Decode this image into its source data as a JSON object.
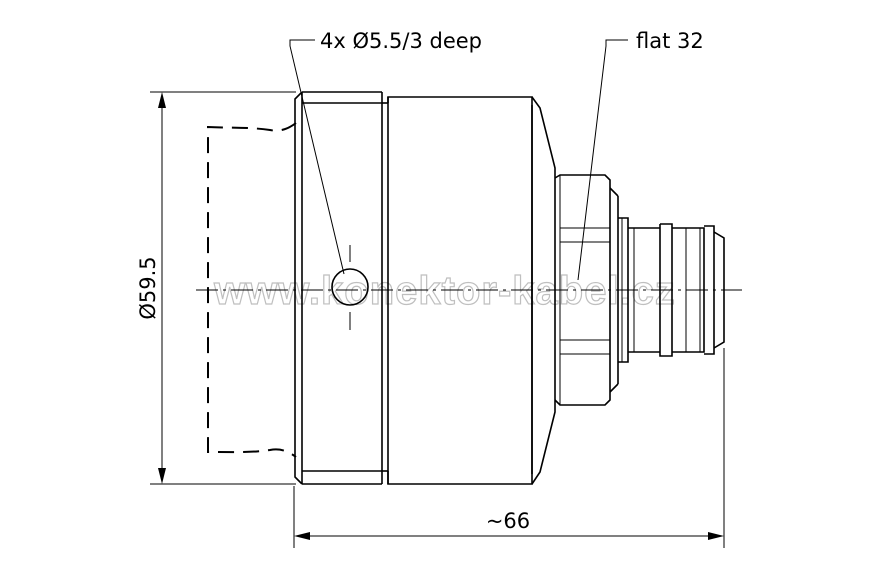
{
  "labels": {
    "holes": "4x Ø5.5/3 deep",
    "flat": "flat 32",
    "diameter": "Ø59.5",
    "length": "~66"
  },
  "watermark": "www.konektor-kabel.cz",
  "colors": {
    "line": "#000000",
    "background": "#ffffff",
    "watermark_outline": "#bfbfbf"
  }
}
